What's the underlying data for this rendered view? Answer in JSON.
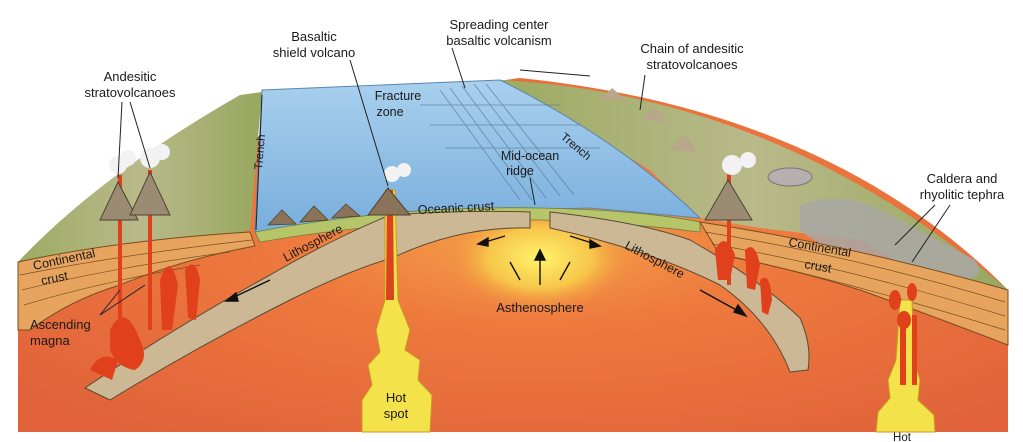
{
  "labels": {
    "spreading_center_line1": "Spreading center",
    "spreading_center_line2": "basaltic volcanism",
    "basaltic_shield_line1": "Basaltic",
    "basaltic_shield_line2": "shield volcano",
    "chain_andesitic_line1": "Chain of andesitic",
    "chain_andesitic_line2": "stratovolcanoes",
    "andesitic_strato_line1": "Andesitic",
    "andesitic_strato_line2": "stratovolcanoes",
    "fracture_zone_line1": "Fracture",
    "fracture_zone_line2": "zone",
    "trench_left": "Trench",
    "trench_right": "Trench",
    "mid_ocean_line1": "Mid-ocean",
    "mid_ocean_line2": "ridge",
    "oceanic_crust": "Oceanic crust",
    "lithosphere_left": "Lithosphere",
    "lithosphere_right": "Lithosphere",
    "continental_left_line1": "Continental",
    "continental_left_line2": "crust",
    "continental_right_line1": "Continental",
    "continental_right_line2": "crust",
    "caldera_line1": "Caldera and",
    "caldera_line2": "rhyolitic tephra",
    "asthenosphere": "Asthenosphere",
    "ascending_line1": "Ascending",
    "ascending_line2": "magna",
    "hot_spot_line1": "Hot",
    "hot_spot_line2": "spot",
    "hot_bottom": "Hot"
  },
  "colors": {
    "mantle": "#e9683a",
    "lithosphere": "#cdb896",
    "ocean": "#8fc0e6",
    "land": "#a9b46a",
    "magma": "#f4e24a",
    "lava": "#e0401c"
  }
}
